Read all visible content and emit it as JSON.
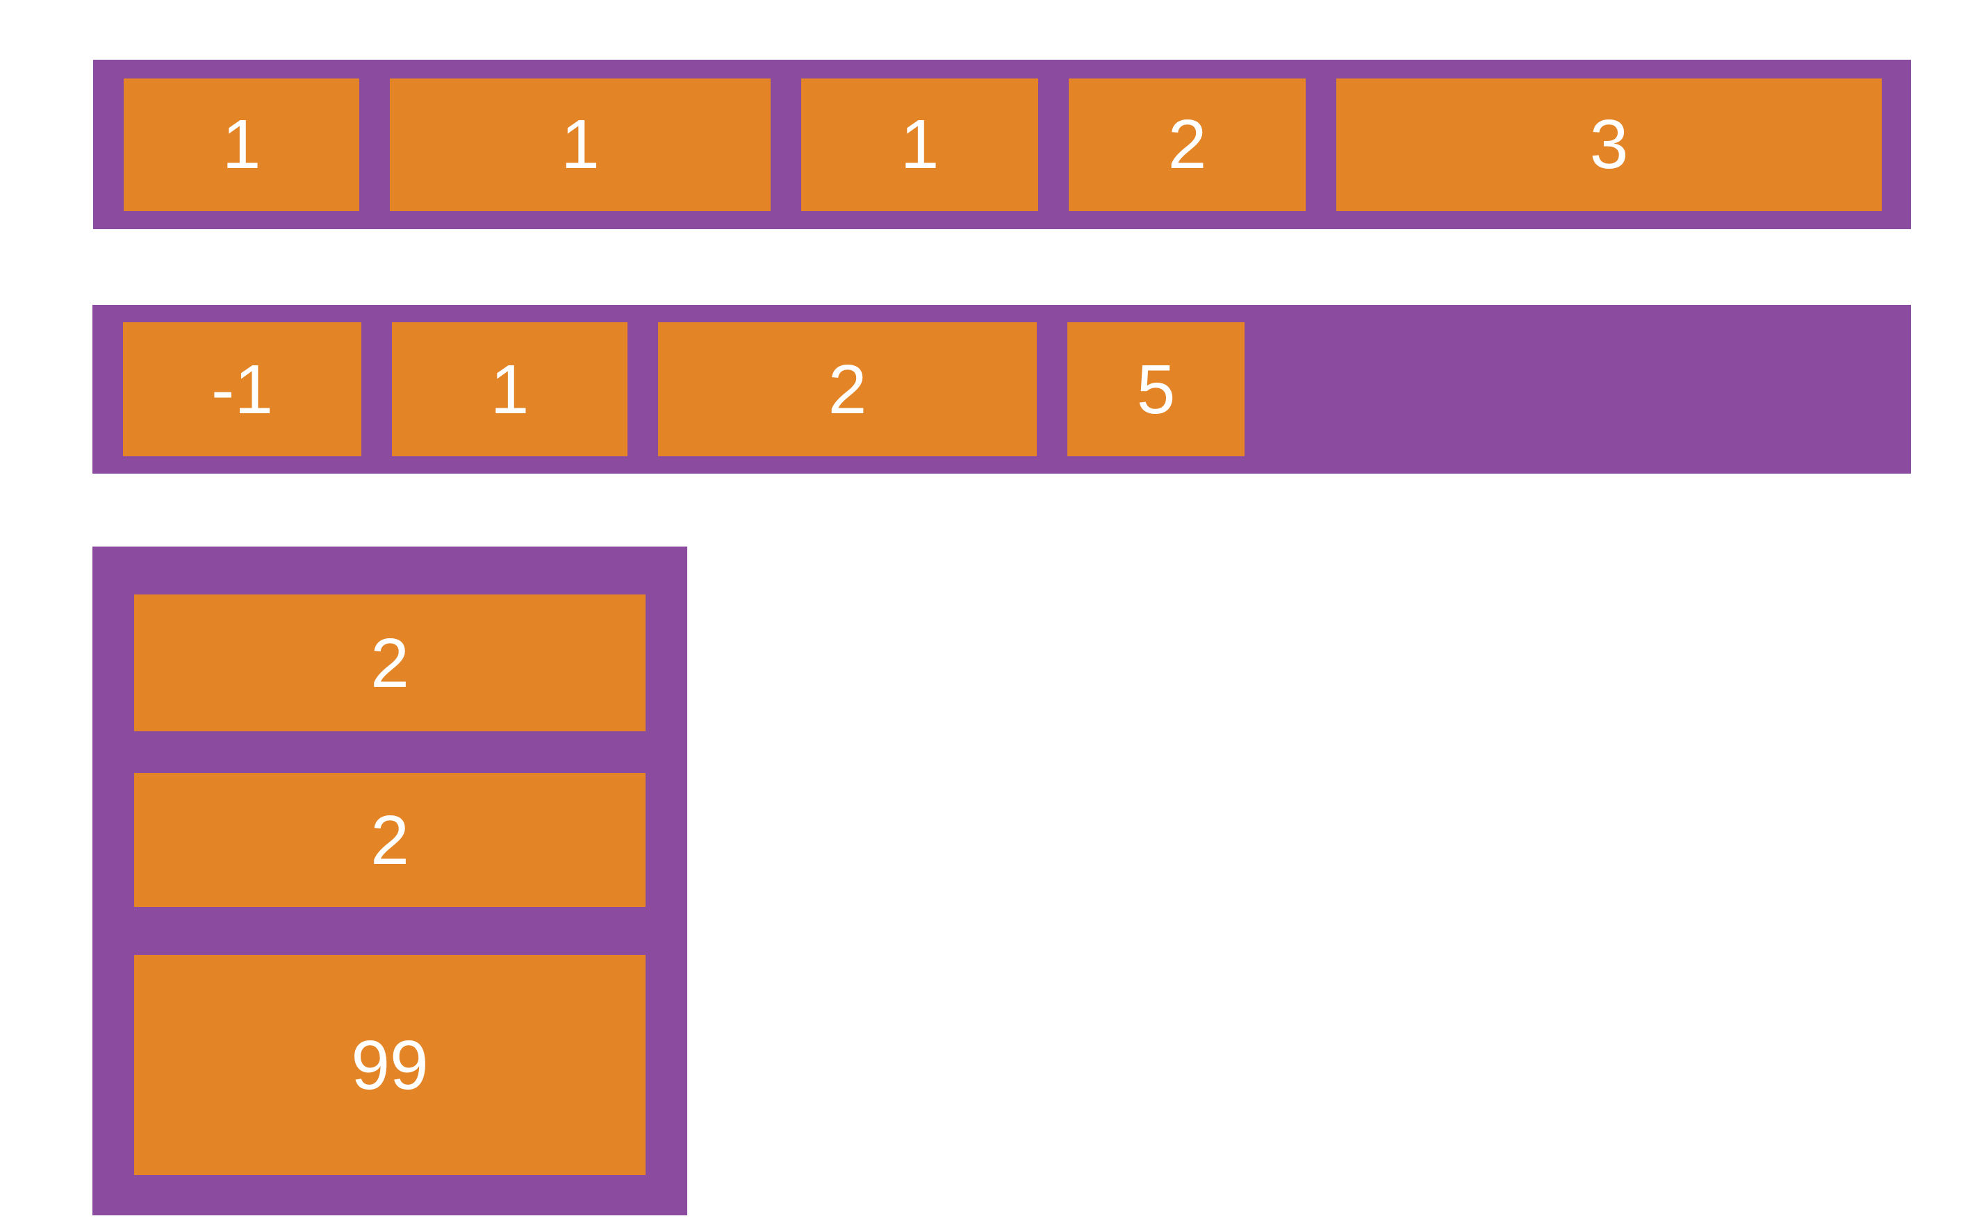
{
  "colors": {
    "container_purple": "#8b4b9e",
    "item_orange": "#e38526",
    "label_text": "#ffffff",
    "page_background": "#ffffff"
  },
  "row1": {
    "description": "horizontal flex container, five orange items",
    "items": [
      "1",
      "1",
      "1",
      "2",
      "3"
    ]
  },
  "row2": {
    "description": "horizontal flex container, four orange items with trailing empty space",
    "items": [
      "-1",
      "1",
      "2",
      "5"
    ]
  },
  "column": {
    "description": "vertical flex container, three orange items",
    "items": [
      "2",
      "2",
      "99"
    ]
  }
}
